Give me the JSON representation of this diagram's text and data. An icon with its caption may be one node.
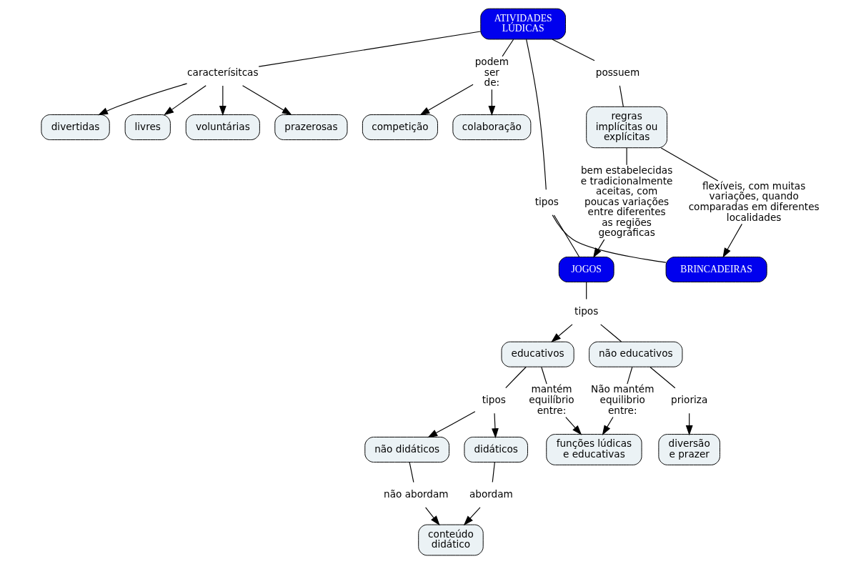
{
  "diagram": {
    "nodes": [
      {
        "text": [
          "ATIVIDADES LÚDICAS"
        ]
      },
      {
        "text": [
          "caracterísitcas"
        ]
      },
      {
        "text": [
          "divertidas"
        ]
      },
      {
        "text": [
          "livres"
        ]
      },
      {
        "text": [
          "voluntárias"
        ]
      },
      {
        "text": [
          "prazerosas"
        ]
      },
      {
        "text": [
          "podem ser de:"
        ]
      },
      {
        "text": [
          "competição"
        ]
      },
      {
        "text": [
          "colaboração"
        ]
      },
      {
        "text": [
          "tipos"
        ]
      },
      {
        "text": [
          "BRINCADEIRAS"
        ]
      },
      {
        "text": [
          "JOGOS"
        ]
      },
      {
        "text": [
          "possuem"
        ]
      },
      {
        "text": [
          "regras implícitas ou explícitas"
        ]
      },
      {
        "text": [
          "flexíveis, com muitas variações, quando comparadas em diferentes localidades"
        ]
      },
      {
        "text": [
          "bem estabelecidas e tradicionalmente aceitas, com poucas variações entre diferentes as regiões geográficas"
        ]
      },
      {
        "text": [
          "tipos"
        ]
      },
      {
        "text": [
          "educativos"
        ]
      },
      {
        "text": [
          "não educativos"
        ]
      },
      {
        "text": [
          "tipos"
        ]
      },
      {
        "text": [
          "não didáticos"
        ]
      },
      {
        "text": [
          "didáticos"
        ]
      },
      {
        "text": [
          "não abordam"
        ]
      },
      {
        "text": [
          "abordam"
        ]
      },
      {
        "text": [
          "conteúdo didático"
        ]
      },
      {
        "text": [
          "mantém equilíbrio entre:"
        ]
      },
      {
        "text": [
          "Não mantém equilibrio entre:"
        ]
      },
      {
        "text": [
          "funções lúdicas e educativas"
        ]
      },
      {
        "text": [
          "prioriza"
        ]
      },
      {
        "text": [
          "diversão e prazer"
        ]
      }
    ],
    "edges": [
      {
        "from": 0,
        "to": 1,
        "arrow": "none"
      },
      {
        "from": 1,
        "to": 2,
        "arrow": "to"
      },
      {
        "from": 1,
        "to": 3,
        "arrow": "to"
      },
      {
        "from": 1,
        "to": 4,
        "arrow": "to"
      },
      {
        "from": 1,
        "to": 5,
        "arrow": "to"
      },
      {
        "from": 0,
        "to": 6,
        "arrow": "none"
      },
      {
        "from": 6,
        "to": 7,
        "arrow": "to"
      },
      {
        "from": 6,
        "to": 8,
        "arrow": "to"
      },
      {
        "from": 0,
        "to": 9,
        "arrow": "none"
      },
      {
        "from": 9,
        "to": 10,
        "arrow": "none"
      },
      {
        "from": 9,
        "to": 11,
        "arrow": "none"
      },
      {
        "from": 0,
        "to": 12,
        "arrow": "none"
      },
      {
        "from": 12,
        "to": 13,
        "arrow": "none"
      },
      {
        "from": 13,
        "to": 14,
        "arrow": "none"
      },
      {
        "from": 14,
        "to": 10,
        "arrow": "to"
      },
      {
        "from": 13,
        "to": 15,
        "arrow": "none"
      },
      {
        "from": 15,
        "to": 11,
        "arrow": "to"
      },
      {
        "from": 11,
        "to": 16,
        "arrow": "none"
      },
      {
        "from": 16,
        "to": 17,
        "arrow": "to"
      },
      {
        "from": 16,
        "to": 18,
        "arrow": "none"
      },
      {
        "from": 17,
        "to": 19,
        "arrow": "none"
      },
      {
        "from": 19,
        "to": 20,
        "arrow": "to"
      },
      {
        "from": 19,
        "to": 21,
        "arrow": "to"
      },
      {
        "from": 20,
        "to": 22,
        "arrow": "none"
      },
      {
        "from": 22,
        "to": 24,
        "arrow": "to"
      },
      {
        "from": 21,
        "to": 23,
        "arrow": "none"
      },
      {
        "from": 23,
        "to": 24,
        "arrow": "to"
      },
      {
        "from": 17,
        "to": 25,
        "arrow": "none"
      },
      {
        "from": 25,
        "to": 27,
        "arrow": "to"
      },
      {
        "from": 18,
        "to": 26,
        "arrow": "none"
      },
      {
        "from": 26,
        "to": 27,
        "arrow": "to"
      },
      {
        "from": 18,
        "to": 28,
        "arrow": "none"
      },
      {
        "from": 28,
        "to": 29,
        "arrow": "to"
      }
    ]
  }
}
